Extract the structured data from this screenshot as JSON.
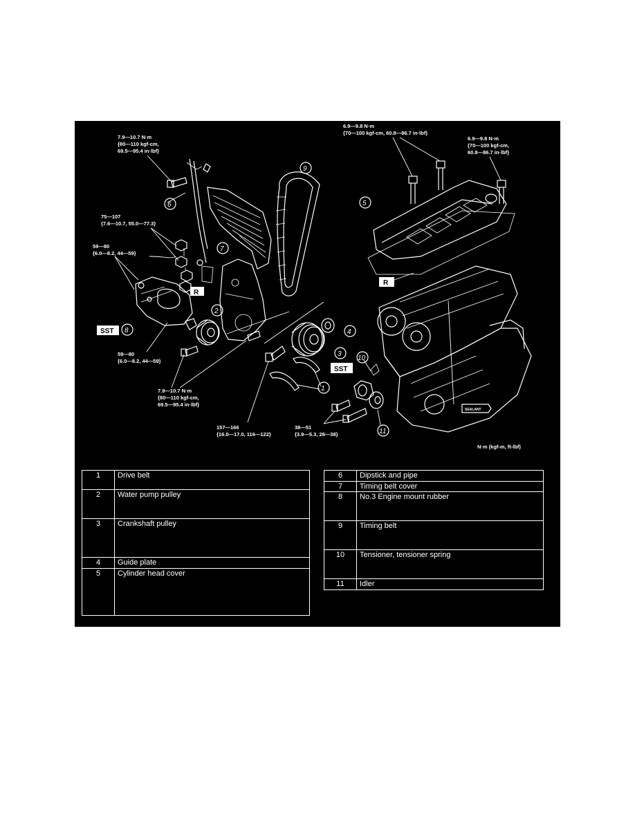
{
  "callouts": {
    "dipstick_bolt_torque": [
      "7.9—10.7 N·m",
      "{80—110 kgf-cm,",
      "69.5—95.4 in·lbf}"
    ],
    "head_cover_bolt_torque": [
      "6.9—9.8 N·m",
      "{70—100 kgf-cm, 60.8—86.7 in·lbf}"
    ],
    "head_cover_bolt_torque_right": [
      "6.9—9.8 N·m",
      "{70—100 kgf-cm,",
      "60.8—86.7 in·lbf}"
    ],
    "mount_nut_torque": [
      "75—107",
      "{7.6—10.7, 55.0—77.3}"
    ],
    "mount_bolt_torque_upper": [
      "59—80",
      "{6.0—8.2, 44—59}"
    ],
    "mount_bolt_torque_lower": [
      "59—80",
      "{6.0—8.2, 44—59}"
    ],
    "cover_bolt_torque": [
      "7.9—10.7 N·m",
      "{80—110 kgf-cm,",
      "69.5—95.4 in·lbf}"
    ],
    "crank_bolt_torque": [
      "157—166",
      "{16.0—17.0, 116—122}"
    ],
    "tensioner_bolt_torque": [
      "38—51",
      "{3.9—5.3, 28—38}"
    ],
    "units_note": "N·m (kgf-m, ft-lbf)"
  },
  "tags": {
    "r": "R",
    "sst": "SST",
    "sealant": "SEALANT"
  },
  "part_numbers": [
    "1",
    "2",
    "3",
    "4",
    "5",
    "6",
    "7",
    "8",
    "9",
    "10",
    "11"
  ],
  "legend_left": [
    {
      "num": "1",
      "name": "Drive belt"
    },
    {
      "num": "2",
      "name": "Water pump pulley"
    },
    {
      "num": "3",
      "name": "Crankshaft pulley"
    },
    {
      "num": "4",
      "name": "Guide plate"
    },
    {
      "num": "5",
      "name": "Cylinder head cover"
    }
  ],
  "legend_right": [
    {
      "num": "6",
      "name": "Dipstick and pipe"
    },
    {
      "num": "7",
      "name": "Timing belt cover"
    },
    {
      "num": "8",
      "name": "No.3 Engine mount rubber"
    },
    {
      "num": "9",
      "name": "Timing belt"
    },
    {
      "num": "10",
      "name": "Tensioner, tensioner spring"
    },
    {
      "num": "11",
      "name": "Idler"
    }
  ]
}
